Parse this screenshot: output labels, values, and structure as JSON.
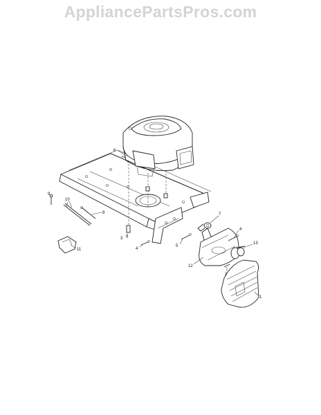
{
  "watermark": "AppliancePartsPros.com",
  "callouts": {
    "c1": "1",
    "c2": "2",
    "c3": "3",
    "c4a": "4",
    "c4b": "4",
    "c5": "5",
    "c6": "6",
    "c7": "7",
    "c8": "8",
    "c9": "9",
    "c10": "10",
    "c11": "11",
    "c12": "12",
    "c13": "13"
  }
}
